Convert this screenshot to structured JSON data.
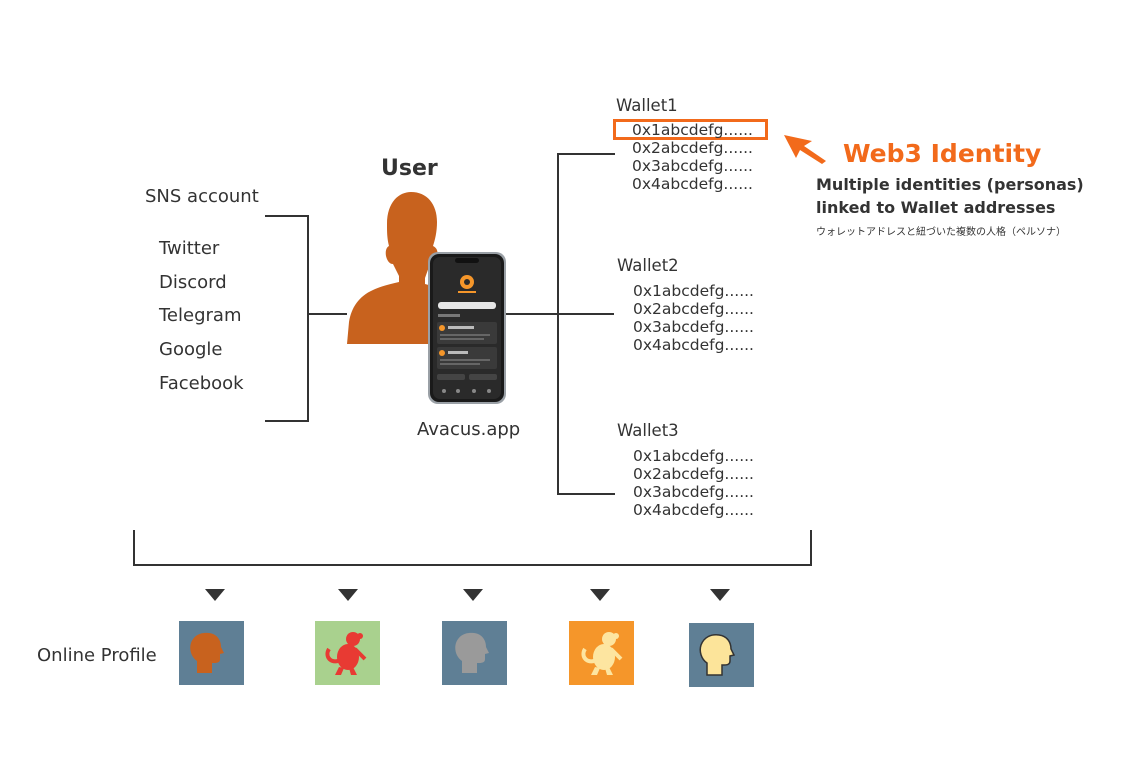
{
  "sns": {
    "title": "SNS account",
    "items": [
      "Twitter",
      "Discord",
      "Telegram",
      "Google",
      "Facebook"
    ]
  },
  "user": {
    "label": "User",
    "app_label": "Avacus.app"
  },
  "wallets": [
    {
      "name": "Wallet1",
      "addresses": [
        "0x1abcdefg......",
        "0x2abcdefg......",
        "0x3abcdefg......",
        "0x4abcdefg......"
      ]
    },
    {
      "name": "Wallet2",
      "addresses": [
        "0x1abcdefg......",
        "0x2abcdefg......",
        "0x3abcdefg......",
        "0x4abcdefg......"
      ]
    },
    {
      "name": "Wallet3",
      "addresses": [
        "0x1abcdefg......",
        "0x2abcdefg......",
        "0x3abcdefg......",
        "0x4abcdefg......"
      ]
    }
  ],
  "web3": {
    "title": "Web3 Identity",
    "desc_line1": "Multiple identities (personas)",
    "desc_line2": "linked to Wallet addresses",
    "desc_jp": "ウォレットアドレスと紐づいた複数の人格（ペルソナ）"
  },
  "profile": {
    "label": "Online Profile"
  },
  "colors": {
    "accent": "#F26A1B",
    "user_silhouette": "#C8621E",
    "line": "#333333",
    "tile_slate": "#5F7F95",
    "tile_green": "#A9D18E",
    "tile_orange": "#F5962A",
    "monkey_red": "#E83A33",
    "face_gray": "#9A9A9A",
    "face_yellow": "#FCE49A",
    "face_orange": "#C8621E",
    "monkey_yellow": "#FDE5A0"
  },
  "icons": [
    "user-silhouette-icon",
    "smartphone-icon",
    "arrow-pointer-icon",
    "head-profile-icon",
    "monkey-icon"
  ]
}
